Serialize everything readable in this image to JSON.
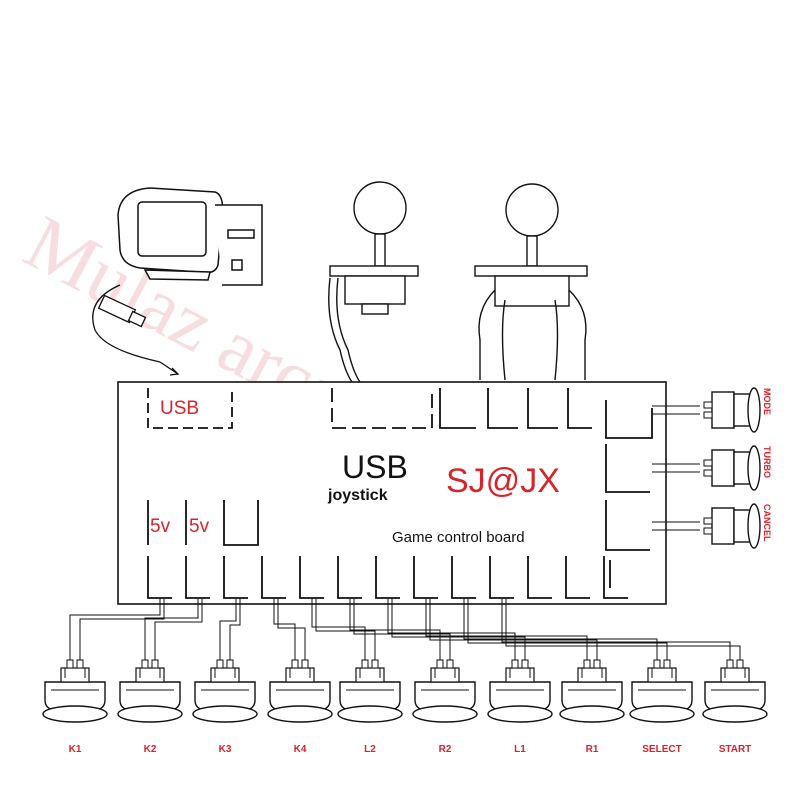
{
  "board": {
    "title_usb": "USB",
    "title_joystick": "joystick",
    "brand": "SJ@JX",
    "caption": "Game control board",
    "usb_port_label": "USB",
    "power_label_1": "5v",
    "power_label_2": "5v"
  },
  "side_buttons": [
    "MODE",
    "TURBO",
    "CANCEL"
  ],
  "bottom_buttons": [
    "K1",
    "K2",
    "K3",
    "K4",
    "L2",
    "R2",
    "L1",
    "R1",
    "SELECT",
    "START"
  ],
  "watermark": "Mulaz arcade game",
  "colors": {
    "red": "#d8232a",
    "line": "#111111",
    "watermark": "#e8a0a8"
  }
}
